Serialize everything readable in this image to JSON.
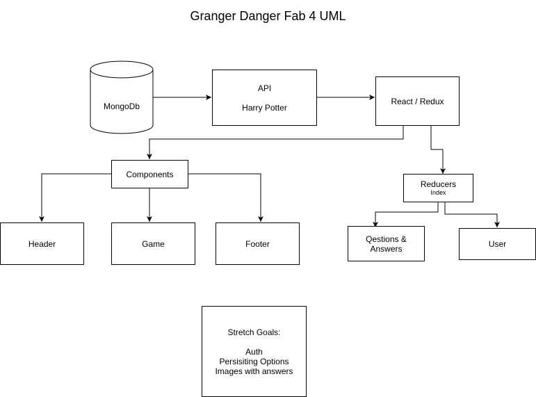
{
  "title": "Granger Danger Fab 4 UML",
  "nodes": {
    "mongodb": {
      "label": "MongoDb",
      "shape": "cylinder"
    },
    "api": {
      "line1": "API",
      "line2": "Harry Potter"
    },
    "react_redux": {
      "label": "React / Redux"
    },
    "components": {
      "label": "Components"
    },
    "header": {
      "label": "Header"
    },
    "game": {
      "label": "Game"
    },
    "footer": {
      "label": "Footer"
    },
    "reducers": {
      "label": "Reducers",
      "sublabel": "Index"
    },
    "questions_answers": {
      "line1": "Qestions &",
      "line2": "Answers"
    },
    "user": {
      "label": "User"
    },
    "stretch_goals": {
      "heading": "Stretch Goals:",
      "items": [
        "Auth",
        "Persisiting Options",
        "Images with answers"
      ]
    }
  },
  "edges": [
    {
      "from": "mongodb",
      "to": "api"
    },
    {
      "from": "api",
      "to": "react_redux"
    },
    {
      "from": "react_redux",
      "to": "components"
    },
    {
      "from": "react_redux",
      "to": "reducers"
    },
    {
      "from": "components",
      "to": "header"
    },
    {
      "from": "components",
      "to": "game"
    },
    {
      "from": "components",
      "to": "footer"
    },
    {
      "from": "reducers",
      "to": "questions_answers"
    },
    {
      "from": "reducers",
      "to": "user"
    }
  ]
}
